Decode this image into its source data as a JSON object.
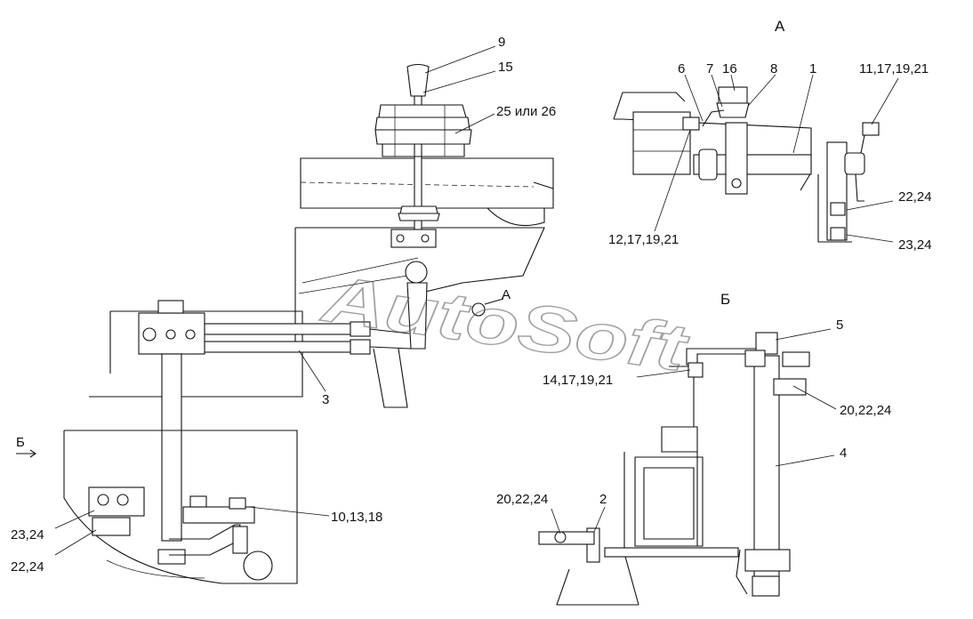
{
  "watermark": "AutoSoft",
  "views": {
    "a_title": "А",
    "b_title": "Б",
    "a_marker": "А",
    "b_marker": "Б"
  },
  "callouts": {
    "main": [
      {
        "id": "9",
        "text": "9"
      },
      {
        "id": "15",
        "text": "15"
      },
      {
        "id": "25-26",
        "text": "25 или 26"
      },
      {
        "id": "3",
        "text": "3"
      },
      {
        "id": "10-13-18",
        "text": "10,13,18"
      },
      {
        "id": "23-24",
        "text": "23,24"
      },
      {
        "id": "22-24",
        "text": "22,24"
      }
    ],
    "view_a": [
      {
        "id": "6",
        "text": "6"
      },
      {
        "id": "7",
        "text": "7"
      },
      {
        "id": "16",
        "text": "16"
      },
      {
        "id": "8",
        "text": "8"
      },
      {
        "id": "1",
        "text": "1"
      },
      {
        "id": "11-17-19-21",
        "text": "11,17,19,21"
      },
      {
        "id": "12-17-19-21",
        "text": "12,17,19,21"
      },
      {
        "id": "22-24",
        "text": "22,24"
      },
      {
        "id": "23-24",
        "text": "23,24"
      }
    ],
    "view_b": [
      {
        "id": "5",
        "text": "5"
      },
      {
        "id": "14-17-19-21",
        "text": "14,17,19,21"
      },
      {
        "id": "20-22-24-top",
        "text": "20,22,24"
      },
      {
        "id": "4",
        "text": "4"
      },
      {
        "id": "20-22-24-left",
        "text": "20,22,24"
      },
      {
        "id": "2",
        "text": "2"
      }
    ]
  }
}
